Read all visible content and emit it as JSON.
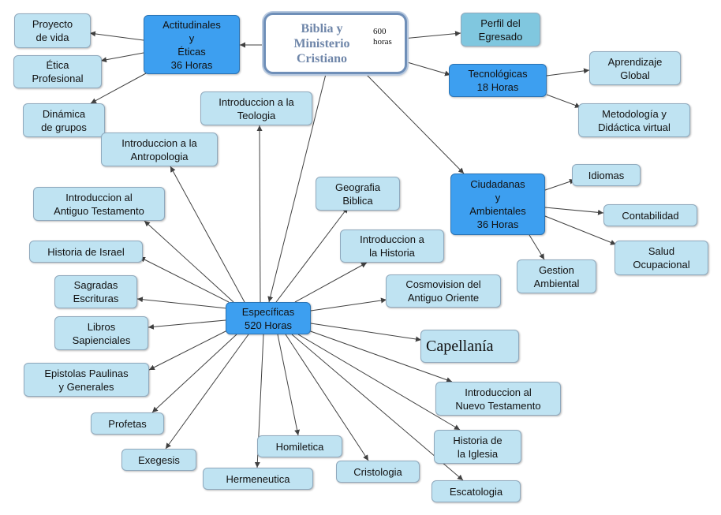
{
  "root": {
    "title_lines": [
      "Biblia y",
      "Ministerio",
      "Cristiano"
    ],
    "hours_lines": [
      "600",
      "horas"
    ]
  },
  "hubs": {
    "actitudinales": [
      "Actitudinales",
      "y",
      "Éticas",
      "36 Horas"
    ],
    "tecnologicas": [
      "Tecnológicas",
      "18 Horas"
    ],
    "ciudadanas": [
      "Ciudadanas",
      "y",
      "Ambientales",
      "36 Horas"
    ],
    "especificas": [
      "Específicas",
      "520 Horas"
    ]
  },
  "nodes": {
    "perfil": [
      "Perfil del",
      "Egresado"
    ],
    "proyecto": [
      "Proyecto",
      "de vida"
    ],
    "etica": [
      "Ética",
      "Profesional"
    ],
    "dinamica": [
      "Dinámica",
      "de grupos"
    ],
    "aprendizaje": [
      "Aprendizaje",
      "Global"
    ],
    "metodologia": [
      "Metodología y",
      "Didáctica virtual"
    ],
    "idiomas": [
      "Idiomas"
    ],
    "contabilidad": [
      "Contabilidad"
    ],
    "salud": [
      "Salud",
      "Ocupacional"
    ],
    "gestion": [
      "Gestion",
      "Ambiental"
    ],
    "teologia": [
      "Introduccion a la",
      "Teologia"
    ],
    "antropologia": [
      "Introduccion a la",
      "Antropologia"
    ],
    "antiguo_testamento": [
      "Introduccion al",
      "Antiguo Testamento"
    ],
    "israel": [
      "Historia de Israel"
    ],
    "sagradas": [
      "Sagradas",
      "Escrituras"
    ],
    "sapienciales": [
      "Libros",
      "Sapienciales"
    ],
    "epistolas": [
      "Epistolas Paulinas",
      "y Generales"
    ],
    "profetas": [
      "Profetas"
    ],
    "exegesis": [
      "Exegesis"
    ],
    "hermeneutica": [
      "Hermeneutica"
    ],
    "homiletica": [
      "Homiletica"
    ],
    "cristologia": [
      "Cristologia"
    ],
    "escatologia": [
      "Escatologia"
    ],
    "historia_iglesia": [
      "Historia de",
      "la Iglesia"
    ],
    "nuevo_testamento": [
      "Introduccion al",
      "Nuevo Testamento"
    ],
    "capellania": [
      "Capellanía"
    ],
    "cosmovision": [
      "Cosmovision del",
      "Antiguo Oriente"
    ],
    "historia": [
      "Introduccion a",
      "la Historia"
    ],
    "geografia": [
      "Geografia",
      "Biblica"
    ]
  },
  "colors": {
    "hub": "#3d9ff0",
    "leaf": "#bfe3f2",
    "highlight": "#80c7df",
    "line": "#404040"
  }
}
